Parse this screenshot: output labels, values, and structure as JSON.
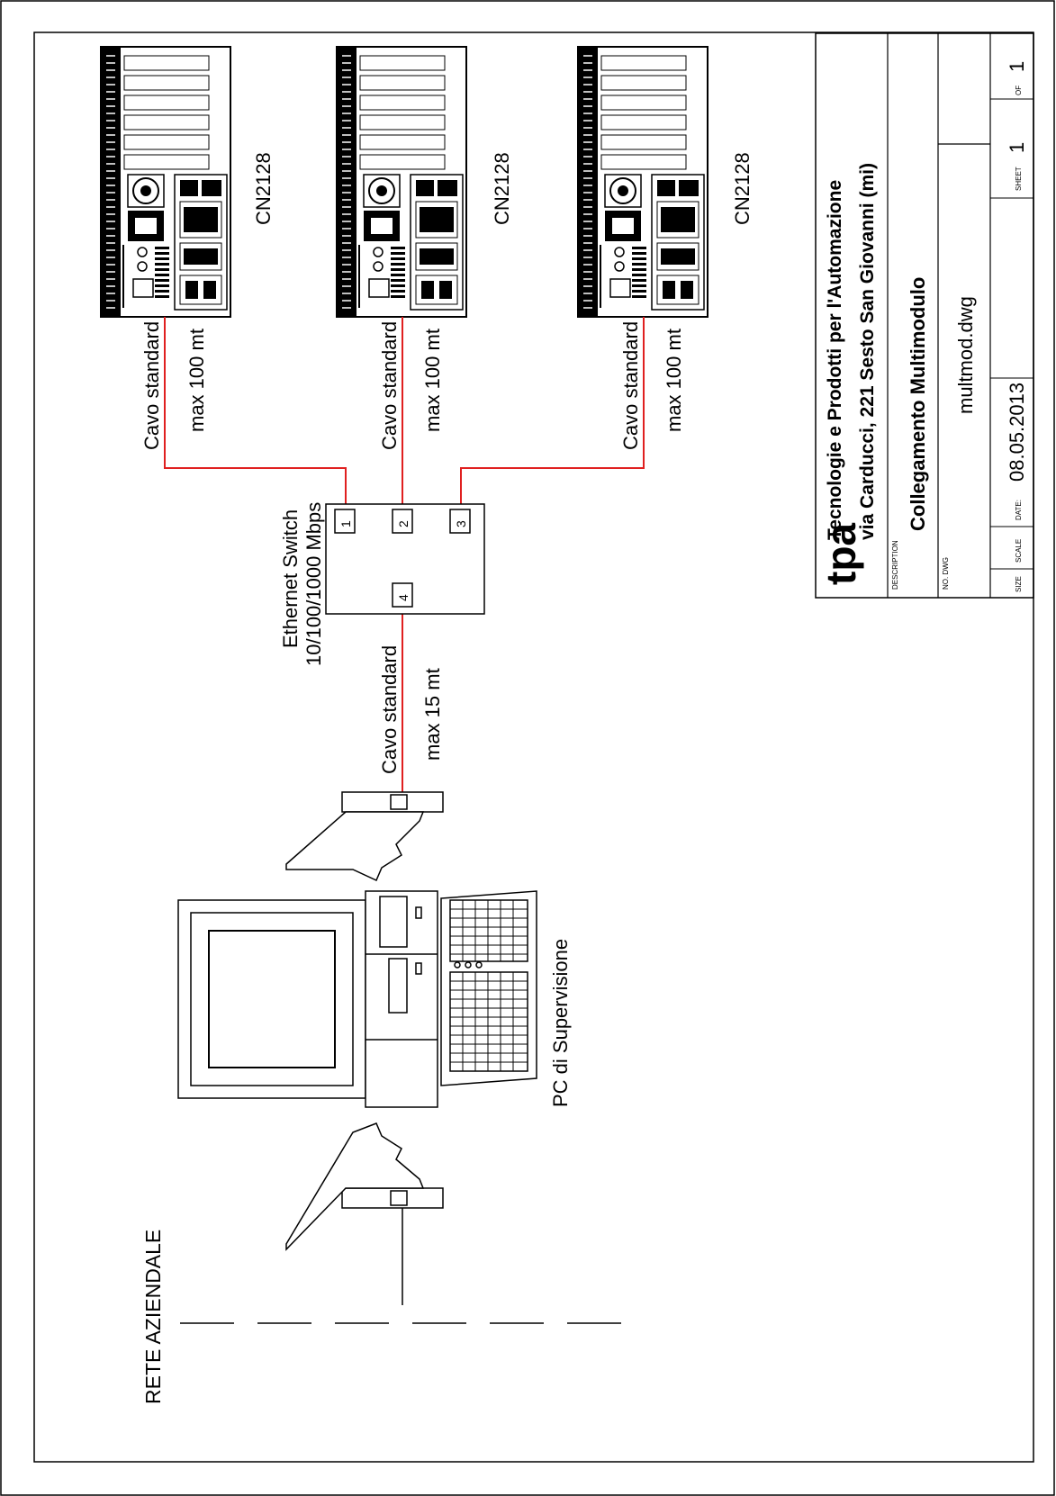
{
  "title_block": {
    "company_line1": "Tecnologie e Prodotti per l'Automazione",
    "company_line2": "via Carducci, 221 Sesto San Giovanni (mi)",
    "logo_text": "tpa",
    "description_label": "DESCRIPTION",
    "description": "Collegamento Multimodulo",
    "dwg_label": "NO. DWG",
    "dwg_value": "multmod.dwg",
    "size_label": "SIZE",
    "scale_label": "SCALE",
    "date_label": "DATE:",
    "date_value": "08.05.2013",
    "sheet_label": "SHEET",
    "sheet_value": "1",
    "of_label": "OF",
    "of_value": "1"
  },
  "devices": [
    {
      "name": "CN2128",
      "cable_line1": "Cavo standard",
      "cable_line2": "max 100 mt"
    },
    {
      "name": "CN2128",
      "cable_line1": "Cavo standard",
      "cable_line2": "max 100 mt"
    },
    {
      "name": "CN2128",
      "cable_line1": "Cavo standard",
      "cable_line2": "max 100 mt"
    }
  ],
  "switch": {
    "line1": "Ethernet Switch",
    "line2": "10/100/1000 Mbps",
    "ports": [
      "1",
      "2",
      "3",
      "4"
    ]
  },
  "pc_link": {
    "cable_line1": "Cavo standard",
    "cable_line2": "max 15 mt"
  },
  "pc_label": "PC di Supervisione",
  "network_label": "RETE AZIENDALE",
  "colors": {
    "cable": "#e02020",
    "line": "#000000"
  }
}
